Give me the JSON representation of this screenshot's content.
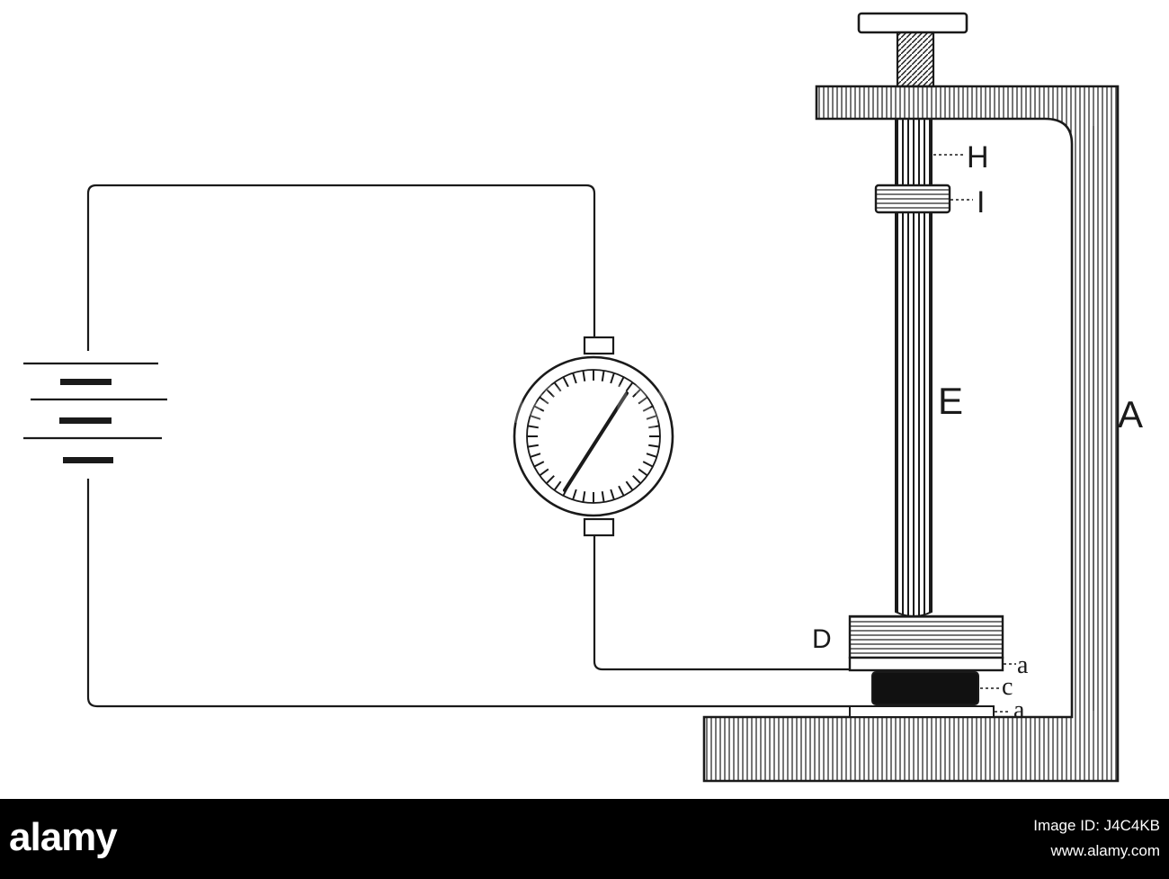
{
  "labels": {
    "H": "H",
    "I": "I",
    "E": "E",
    "A": "A",
    "D": "D",
    "a_upper": "a",
    "c": "c",
    "a_lower": "a"
  },
  "watermark": "alamy",
  "footer": {
    "logo": "alamy",
    "image_id": "Image ID: J4C4KB",
    "site": "www.alamy.com"
  },
  "colors": {
    "ink": "#1a1a1a",
    "background": "#ffffff",
    "footer": "#000000"
  }
}
